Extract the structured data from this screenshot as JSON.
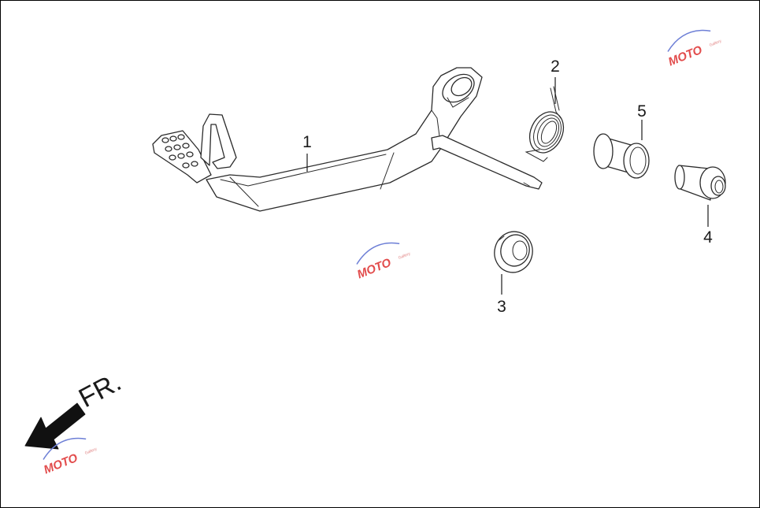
{
  "diagram": {
    "callouts": [
      {
        "id": "1",
        "label": "1"
      },
      {
        "id": "2",
        "label": "2"
      },
      {
        "id": "3",
        "label": "3"
      },
      {
        "id": "4",
        "label": "4"
      },
      {
        "id": "5",
        "label": "5"
      }
    ],
    "direction_label": "FR.",
    "watermark": {
      "brand": "MOTO",
      "tagline": "Gallery"
    }
  },
  "colors": {
    "line": "#2b2b2b",
    "arrow": "#111111",
    "watermark_red": "#e24c4c",
    "watermark_blue": "#6d7fd6"
  }
}
